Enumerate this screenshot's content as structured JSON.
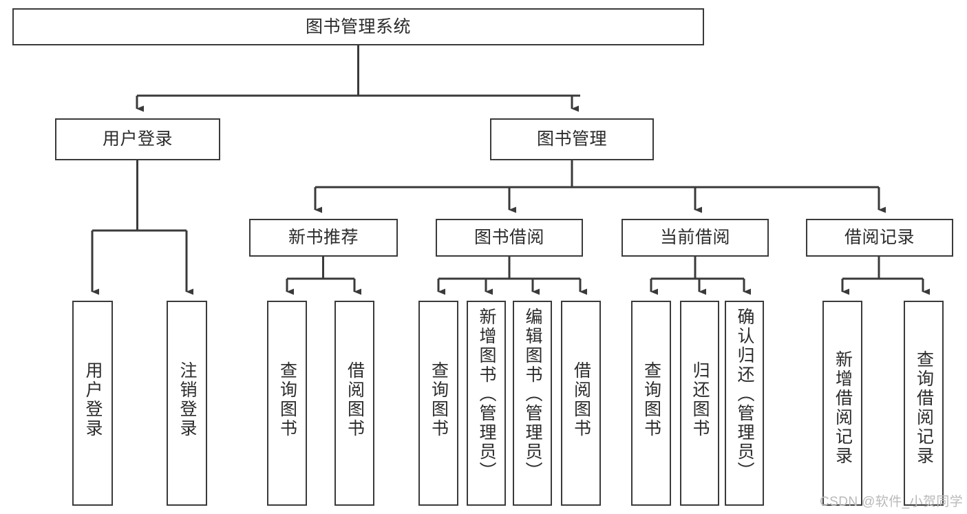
{
  "diagram": {
    "type": "hierarchy-tree",
    "title": "图书管理系统",
    "background": "#ffffff",
    "stroke_color": "#3a3a3a",
    "text_color": "#2b2b2b",
    "root": {
      "id": "root",
      "label": "图书管理系统",
      "orientation": "horizontal"
    },
    "level1": [
      {
        "id": "user-login",
        "label": "用户登录",
        "orientation": "horizontal"
      },
      {
        "id": "book-manage",
        "label": "图书管理",
        "orientation": "horizontal"
      }
    ],
    "level2": [
      {
        "id": "new-book-rec",
        "label": "新书推荐",
        "orientation": "horizontal",
        "parent": "book-manage"
      },
      {
        "id": "book-borrow",
        "label": "图书借阅",
        "orientation": "horizontal",
        "parent": "book-manage"
      },
      {
        "id": "current-borrow",
        "label": "当前借阅",
        "orientation": "horizontal",
        "parent": "book-manage"
      },
      {
        "id": "borrow-record",
        "label": "借阅记录",
        "orientation": "horizontal",
        "parent": "book-manage"
      }
    ],
    "leaves": [
      {
        "id": "leaf-user-login",
        "label": "用户登录",
        "orientation": "vertical",
        "parent": "user-login"
      },
      {
        "id": "leaf-logout",
        "label": "注销登录",
        "orientation": "vertical",
        "parent": "user-login"
      },
      {
        "id": "leaf-query-book-1",
        "label": "查询图书",
        "orientation": "vertical",
        "parent": "new-book-rec"
      },
      {
        "id": "leaf-borrow-book-1",
        "label": "借阅图书",
        "orientation": "vertical",
        "parent": "new-book-rec"
      },
      {
        "id": "leaf-query-book-2",
        "label": "查询图书",
        "orientation": "vertical",
        "parent": "book-borrow"
      },
      {
        "id": "leaf-add-book",
        "label": "新增图书（管理员）",
        "orientation": "vertical",
        "parent": "book-borrow"
      },
      {
        "id": "leaf-edit-book",
        "label": "编辑图书（管理员）",
        "orientation": "vertical",
        "parent": "book-borrow"
      },
      {
        "id": "leaf-borrow-book-2",
        "label": "借阅图书",
        "orientation": "vertical",
        "parent": "book-borrow"
      },
      {
        "id": "leaf-query-book-3",
        "label": "查询图书",
        "orientation": "vertical",
        "parent": "current-borrow"
      },
      {
        "id": "leaf-return-book",
        "label": "归还图书",
        "orientation": "vertical",
        "parent": "current-borrow"
      },
      {
        "id": "leaf-confirm-return",
        "label": "确认归还（管理员）",
        "orientation": "vertical",
        "parent": "current-borrow"
      },
      {
        "id": "leaf-add-record",
        "label": "新增借阅记录",
        "orientation": "vertical",
        "parent": "borrow-record"
      },
      {
        "id": "leaf-query-record",
        "label": "查询借阅记录",
        "orientation": "vertical",
        "parent": "borrow-record"
      }
    ]
  },
  "watermark": {
    "text": "CSDN @软件_小贺同学",
    "color": "#b9b9b9"
  }
}
